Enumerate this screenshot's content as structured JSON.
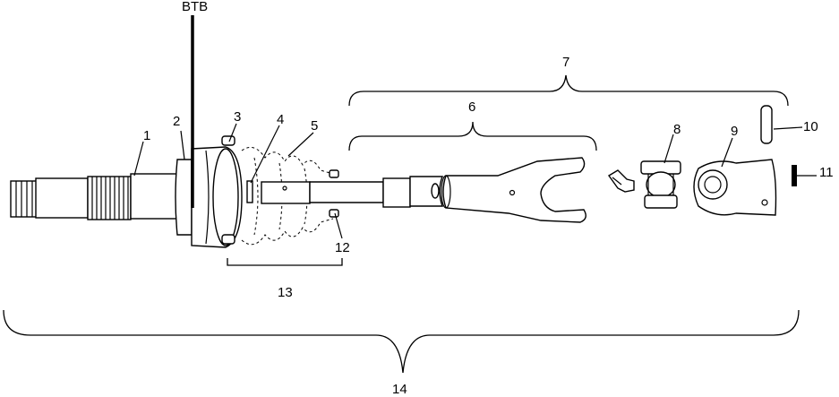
{
  "labels": {
    "btb": "BTB",
    "n1": "1",
    "n2": "2",
    "n3": "3",
    "n4": "4",
    "n5": "5",
    "n6": "6",
    "n7": "7",
    "n8": "8",
    "n9": "9",
    "n10": "10",
    "n11": "11",
    "n12": "12",
    "n13": "13",
    "n14": "14"
  }
}
